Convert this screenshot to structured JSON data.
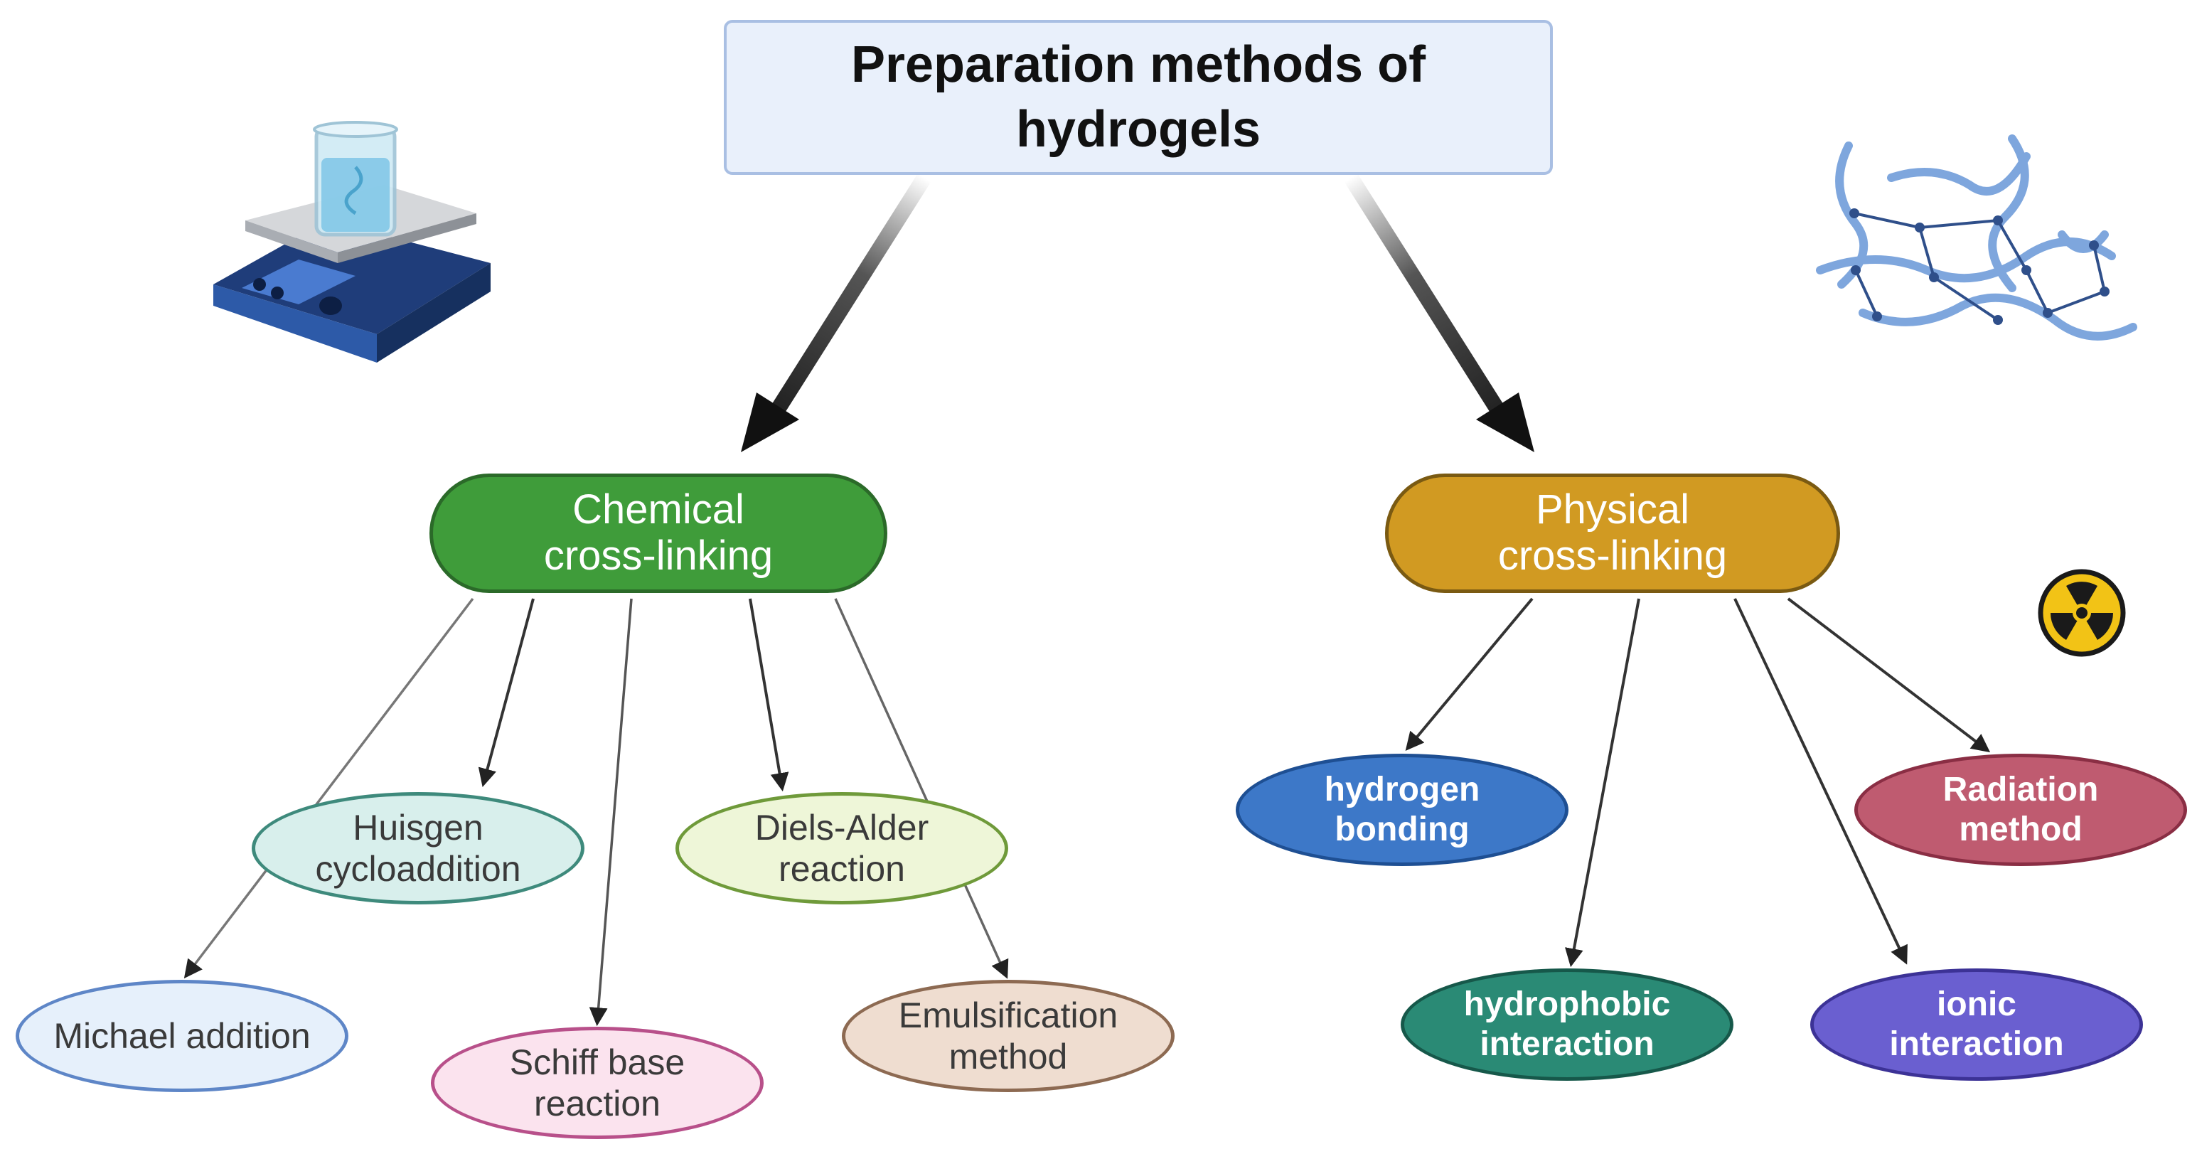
{
  "title": {
    "line1": "Preparation methods of",
    "line2": "hydrogels"
  },
  "branches": {
    "chemical": {
      "line1": "Chemical",
      "line2": "cross-linking",
      "color": "#3f9c3a"
    },
    "physical": {
      "line1": "Physical",
      "line2": "cross-linking",
      "color": "#d19a22"
    }
  },
  "chemical_methods": {
    "huisgen": {
      "line1": "Huisgen",
      "line2": "cycloaddition",
      "fill": "#d8efec",
      "border": "#3e8a7c"
    },
    "diels_alder": {
      "line1": "Diels-Alder",
      "line2": "reaction",
      "fill": "#eef6d8",
      "border": "#6f9a3a"
    },
    "michael": {
      "line1": "Michael addition",
      "fill": "#e6f0fb",
      "border": "#5e86c7"
    },
    "schiff": {
      "line1": "Schiff base",
      "line2": "reaction",
      "fill": "#fbe3ee",
      "border": "#b8508a"
    },
    "emulsification": {
      "line1": "Emulsification",
      "line2": "method",
      "fill": "#efddd0",
      "border": "#8d6a52"
    }
  },
  "physical_methods": {
    "hydrogen": {
      "line1": "hydrogen",
      "line2": "bonding",
      "fill": "#3d78c8",
      "border": "#1e4f93"
    },
    "radiation": {
      "line1": "Radiation",
      "line2": "method",
      "fill": "#bf5b70",
      "border": "#8a2e44"
    },
    "hydrophobic": {
      "line1": "hydrophobic",
      "line2": "interaction",
      "fill": "#2a8a75",
      "border": "#16584a"
    },
    "ionic": {
      "line1": "ionic",
      "line2": "interaction",
      "fill": "#6a5fd0",
      "border": "#3c3296"
    }
  },
  "icons": {
    "left": "hotplate-stirrer-icon",
    "right": "polymer-network-icon",
    "radiation": "radiation-hazard-icon"
  }
}
